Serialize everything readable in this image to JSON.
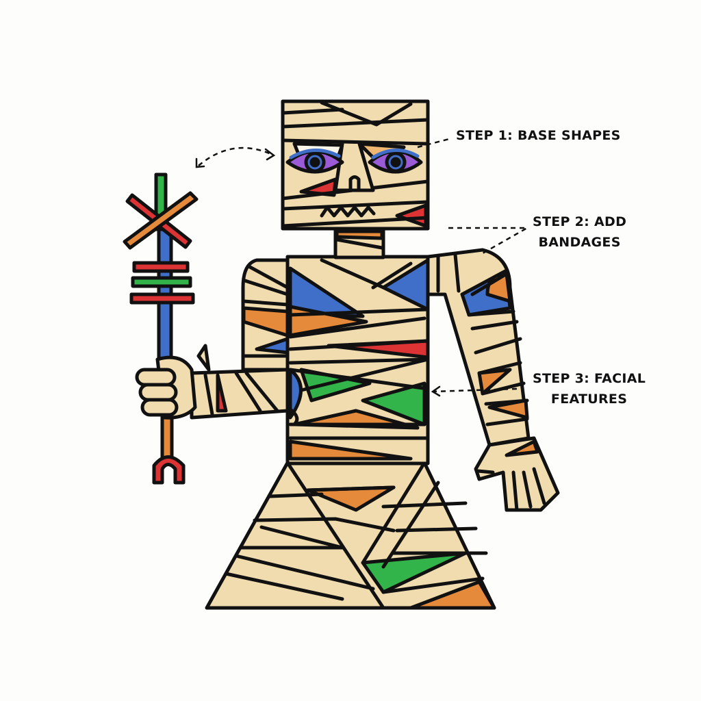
{
  "diagram": {
    "subject": "Bandaged mummy figure holding a decorated staff",
    "style": "Crayon-textured flat illustration with thick black outlines",
    "colors": {
      "bandage": "#f0dcae",
      "outline": "#111111",
      "blue": "#3f6fc9",
      "orange": "#e58a3a",
      "red": "#dc3434",
      "green": "#33b44a",
      "purple": "#9b5ad6",
      "background": "#fdfdfb"
    }
  },
  "annotations": [
    {
      "id": "step1",
      "line1": "STEP 1: BASE SHAPES",
      "line2": ""
    },
    {
      "id": "step2",
      "line1": "STEP 2: ADD",
      "line2": "BANDAGES"
    },
    {
      "id": "step3",
      "line1": "STEP 3: FACIAL",
      "line2": "FEATURES"
    }
  ]
}
